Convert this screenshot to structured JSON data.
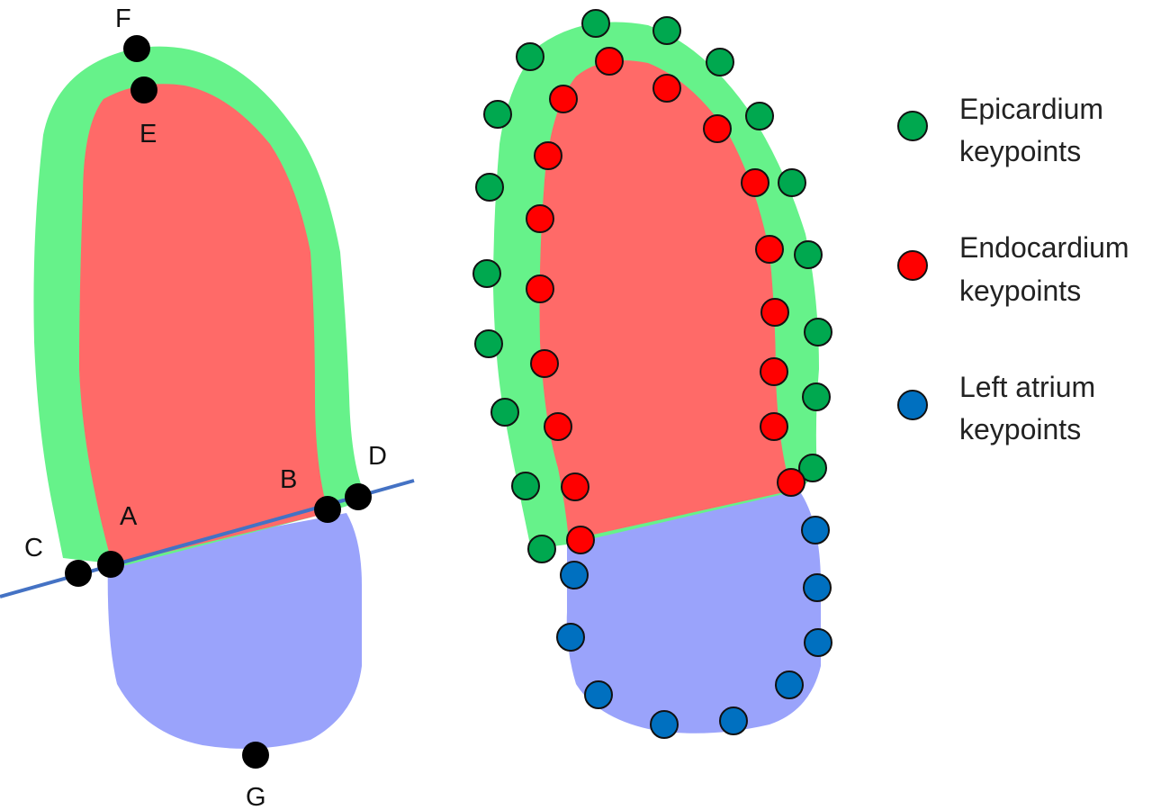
{
  "colors": {
    "epicardium": "#66f28a",
    "endocardium": "#ff6a68",
    "atrium": "#9aa3fb",
    "epicardium_point": "#00a84f",
    "endocardium_point": "#ff0000",
    "atrium_point": "#0070c0",
    "landmark_point": "#000000",
    "mitral_line": "#4472c4"
  },
  "left_panel": {
    "landmarks": [
      {
        "id": "A",
        "label": "A"
      },
      {
        "id": "B",
        "label": "B"
      },
      {
        "id": "C",
        "label": "C"
      },
      {
        "id": "D",
        "label": "D"
      },
      {
        "id": "E",
        "label": "E"
      },
      {
        "id": "F",
        "label": "F"
      },
      {
        "id": "G",
        "label": "G"
      }
    ]
  },
  "legend": {
    "items": [
      {
        "key": "epicardium",
        "line1": "Epicardium",
        "line2": "keypoints",
        "icon": "green-dot"
      },
      {
        "key": "endocardium",
        "line1": "Endocardium",
        "line2": "keypoints",
        "icon": "red-dot"
      },
      {
        "key": "atrium",
        "line1": "Left atrium",
        "line2": "keypoints",
        "icon": "blue-dot"
      }
    ]
  }
}
